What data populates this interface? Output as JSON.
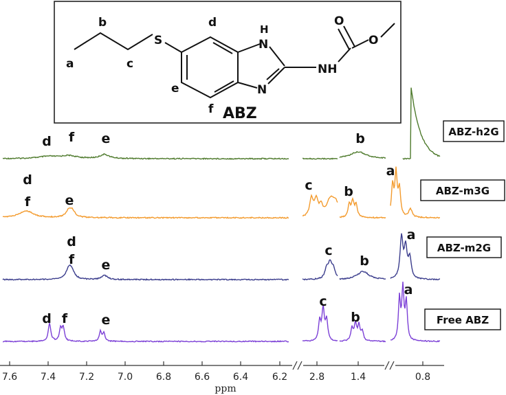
{
  "chart_data": {
    "type": "line",
    "title": "",
    "xlabel": "ppm",
    "ylabel": "",
    "x_tick_labels": [
      "7.6",
      "7.4",
      "7.2",
      "7.0",
      "6.8",
      "6.6",
      "6.4",
      "6.2",
      "2.8",
      "1.4",
      "0.8"
    ],
    "x_axis_breaks": 2,
    "inset": {
      "compound": "ABZ",
      "atom_labels": [
        "a",
        "b",
        "c",
        "d",
        "e",
        "f"
      ],
      "heteroatoms": [
        "S",
        "H",
        "N",
        "NH",
        "N",
        "O",
        "O"
      ]
    },
    "series": [
      {
        "name": "ABZ-h2G",
        "color": "#4e7a2c",
        "peaks": [
          {
            "label": "d",
            "shift": 7.39
          },
          {
            "label": "f",
            "shift": 7.3
          },
          {
            "label": "e",
            "shift": 7.1
          },
          {
            "label": "b",
            "shift": 1.6
          }
        ]
      },
      {
        "name": "ABZ-m3G",
        "color": "#f39a2c",
        "peaks": [
          {
            "label": "d",
            "shift": 7.51
          },
          {
            "label": "f",
            "shift": 7.51
          },
          {
            "label": "e",
            "shift": 7.3
          },
          {
            "label": "c",
            "shift": 2.9
          },
          {
            "label": "b",
            "shift": 1.6
          },
          {
            "label": "a",
            "shift": 1.0
          }
        ]
      },
      {
        "name": "ABZ-m2G",
        "color": "#3a3c8c",
        "peaks": [
          {
            "label": "d",
            "shift": 7.3
          },
          {
            "label": "f",
            "shift": 7.3
          },
          {
            "label": "e",
            "shift": 7.1
          },
          {
            "label": "c",
            "shift": 2.85
          },
          {
            "label": "b",
            "shift": 1.55
          },
          {
            "label": "a",
            "shift": 0.95
          }
        ]
      },
      {
        "name": "Free ABZ",
        "color": "#7b3fd6",
        "peaks": [
          {
            "label": "d",
            "shift": 7.39
          },
          {
            "label": "f",
            "shift": 7.33
          },
          {
            "label": "e",
            "shift": 7.1
          },
          {
            "label": "c",
            "shift": 2.85
          },
          {
            "label": "b",
            "shift": 1.6
          },
          {
            "label": "a",
            "shift": 1.0
          }
        ]
      }
    ]
  }
}
